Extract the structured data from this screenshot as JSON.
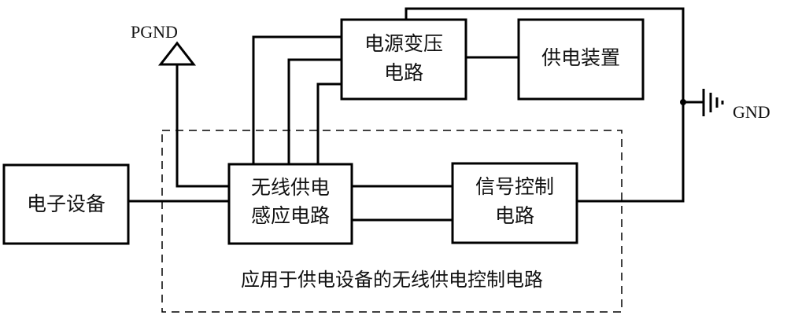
{
  "diagram": {
    "blocks": {
      "electronic_device": {
        "lines": [
          "电子设备"
        ]
      },
      "wireless_induction": {
        "lines": [
          "无线供电",
          "感应电路"
        ]
      },
      "signal_control": {
        "lines": [
          "信号控制",
          "电路"
        ]
      },
      "power_transformer": {
        "lines": [
          "电源变压",
          "电路"
        ]
      },
      "power_supply_device": {
        "lines": [
          "供电装置"
        ]
      }
    },
    "labels": {
      "pgnd": "PGND",
      "gnd": "GND",
      "region_caption": "应用于供电设备的无线供电控制电路"
    },
    "colors": {
      "line": "#000000",
      "background": "#ffffff"
    }
  }
}
